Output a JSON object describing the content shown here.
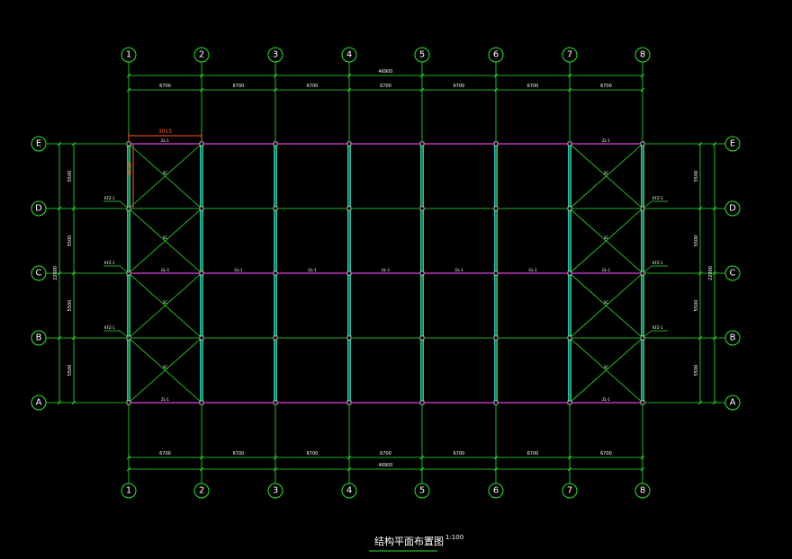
{
  "title": "结构平面布置图",
  "scale": "1:100",
  "colors": {
    "background": "#000000",
    "grid": "#2ee62e",
    "dimension": "#2ee62e",
    "beam": "#e040e0",
    "column": "#3fe8e8",
    "bracing": "#2ee62e",
    "text": "#ffffff",
    "highlight": "#ff5a2a"
  },
  "axes_x": [
    "1",
    "2",
    "3",
    "4",
    "5",
    "6",
    "7",
    "8"
  ],
  "axes_y": [
    "E",
    "D",
    "C",
    "B",
    "A"
  ],
  "top_spans": [
    "6700",
    "6700",
    "6700",
    "6700",
    "6700",
    "6700",
    "6700"
  ],
  "top_total": "46900",
  "bottom_spans": [
    "6700",
    "6700",
    "6700",
    "6700",
    "6700",
    "6700",
    "6700"
  ],
  "bottom_total": "46900",
  "left_spans": [
    "5500",
    "5500",
    "5500",
    "5500"
  ],
  "left_total": "22000",
  "right_spans": [
    "5500",
    "5500",
    "5500",
    "5500"
  ],
  "right_total": "22000",
  "highlight_dims": {
    "horizontal": "3015",
    "vertical": "4030"
  },
  "beam_labels": {
    "top_left": "ZL-1",
    "top_right": "ZL-1",
    "middle": [
      "GL-1",
      "GL-1",
      "GL-1",
      "GL-1",
      "GL-1",
      "GL-1",
      "GL-1"
    ],
    "bottom_left": "ZL-1",
    "bottom_right": "ZL-1"
  },
  "brace_labels": [
    "SC",
    "SC",
    "SC",
    "SC"
  ],
  "column_tags": {
    "left": [
      "KFZ-1",
      "KFZ-1",
      "KFZ-1"
    ],
    "right": [
      "KFZ-1",
      "KFZ-1",
      "KFZ-1"
    ]
  }
}
